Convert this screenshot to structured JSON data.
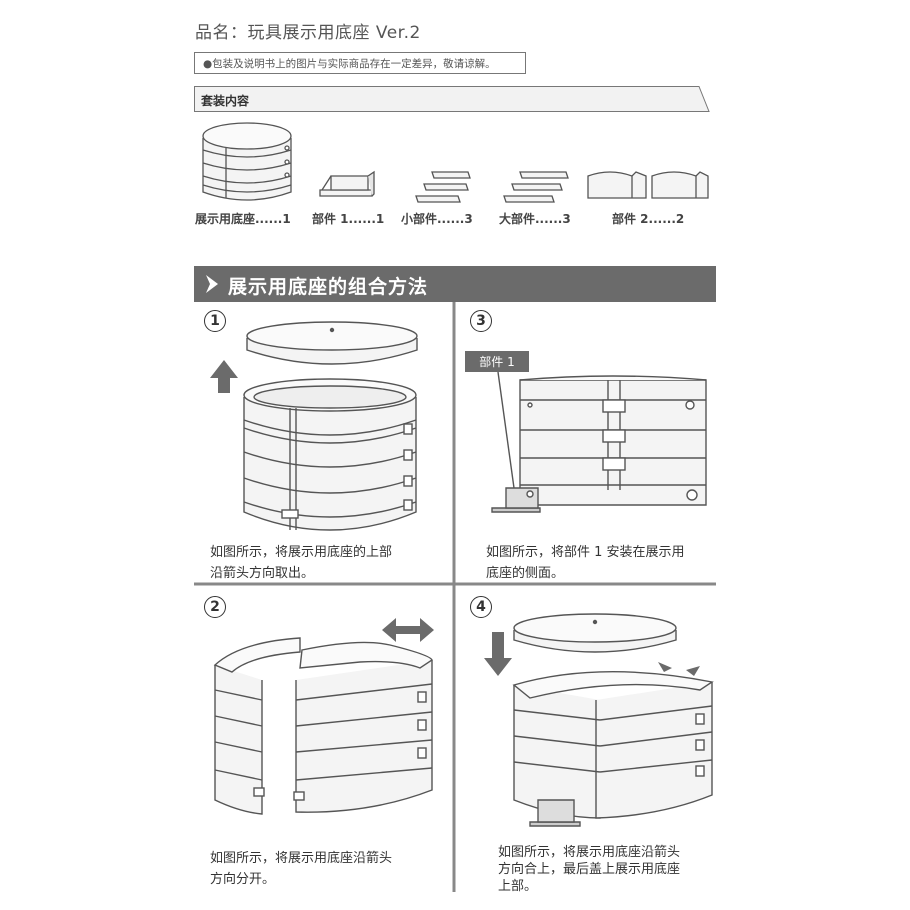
{
  "header": {
    "title": "品名：玩具展示用底座 Ver.2",
    "notice": "●包装及说明书上的图片与实际商品存在一定差异，敬请谅解。"
  },
  "contents": {
    "heading": "套装内容",
    "items": [
      {
        "label": "展示用底座......1"
      },
      {
        "label": "部件 1......1"
      },
      {
        "label": "小部件......3"
      },
      {
        "label": "大部件......3"
      },
      {
        "label": "部件 2......2"
      }
    ]
  },
  "assembly": {
    "heading": "展示用底座的组合方法",
    "part1_tag": "部件 1",
    "steps": [
      {
        "number": "1",
        "lines": [
          "如图所示，将展示用底座的上部",
          "沿箭头方向取出。"
        ]
      },
      {
        "number": "2",
        "lines": [
          "如图所示，将展示用底座沿箭头",
          "方向分开。"
        ]
      },
      {
        "number": "3",
        "lines": [
          "如图所示，将部件 1 安装在展示用",
          "底座的侧面。"
        ]
      },
      {
        "number": "4",
        "lines": [
          "如图所示，将展示用底座沿箭头",
          "方向合上，最后盖上展示用底座",
          "上部。"
        ]
      }
    ]
  },
  "colors": {
    "banner": "#6b6b6b",
    "line": "#555555",
    "fill_light": "#f4f4f4"
  }
}
